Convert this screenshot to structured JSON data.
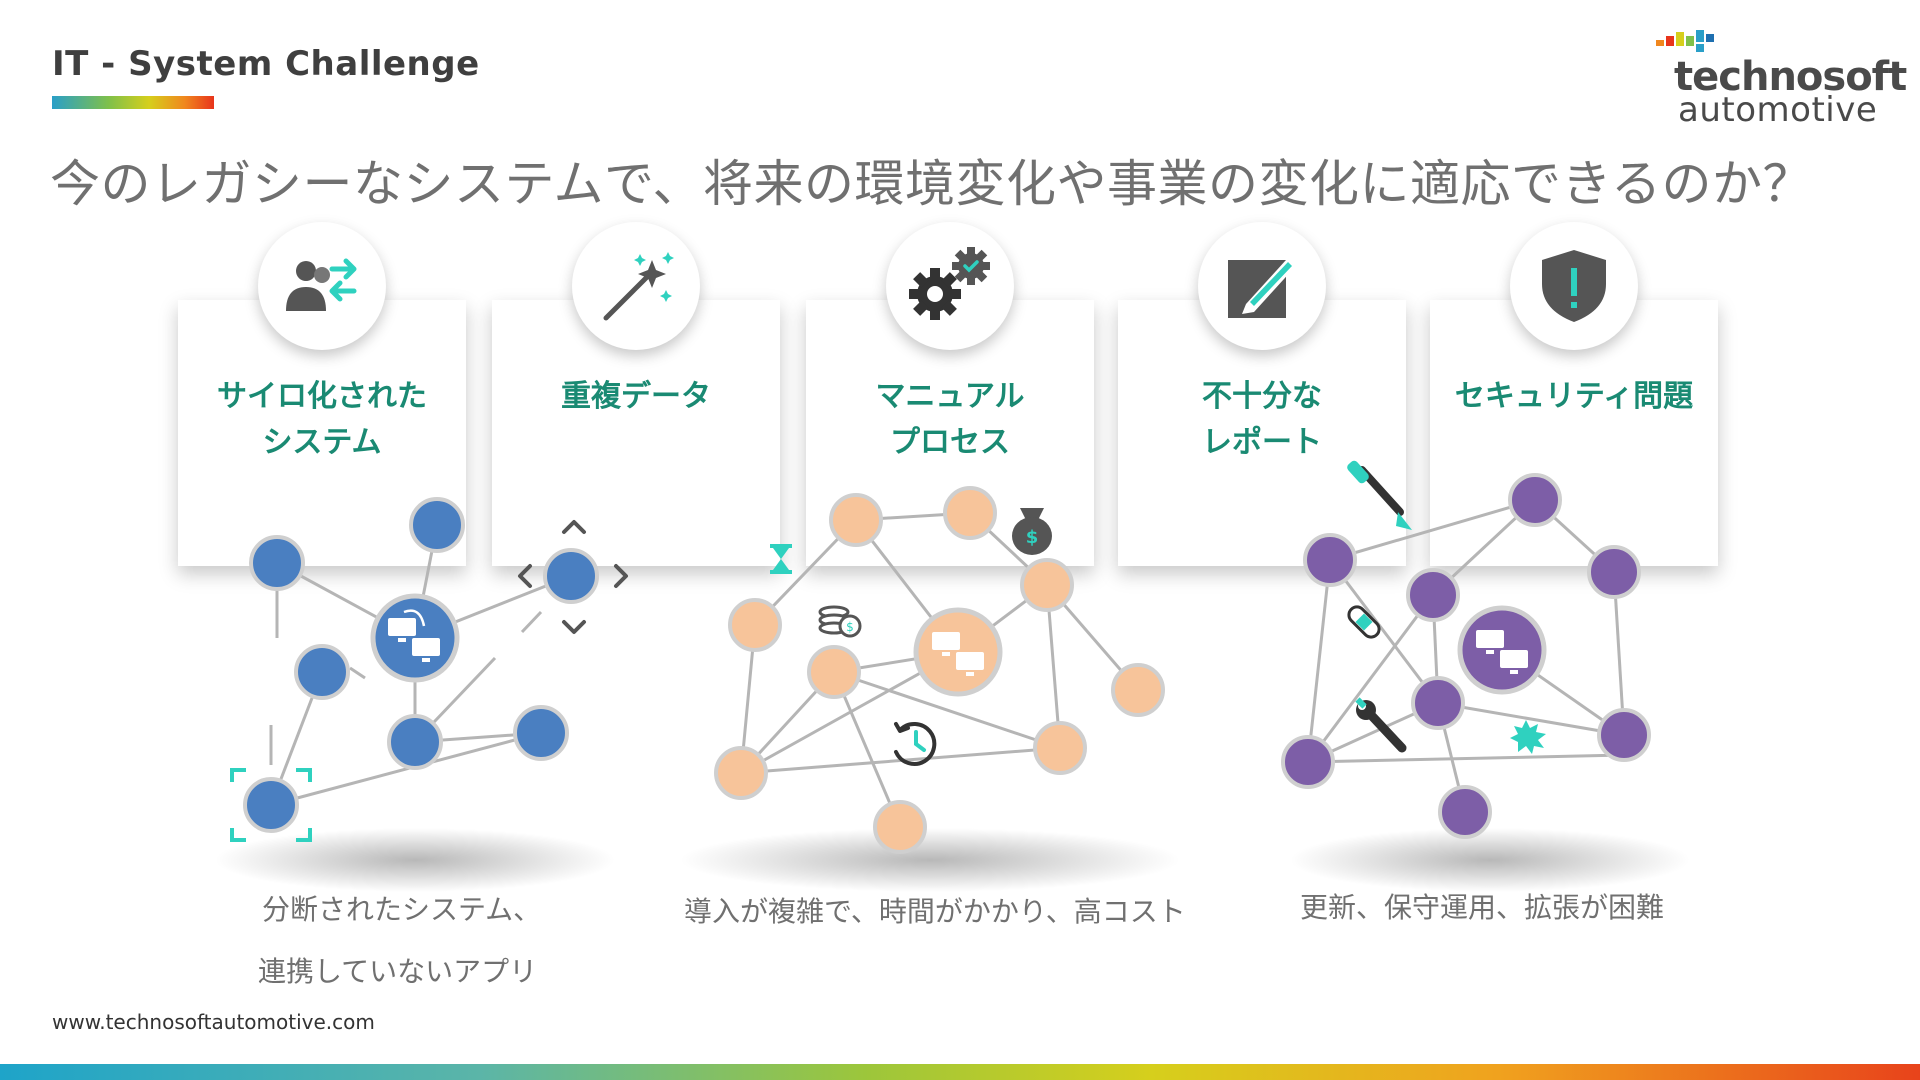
{
  "header": {
    "title": "IT  - System Challenge"
  },
  "logo": {
    "line1": "technosoft",
    "line2": "automotive"
  },
  "headline": "今のレガシーなシステムで、将来の環境変化や事業の変化に適応できるのか？",
  "cards": [
    {
      "title": "サイロ化された\nシステム",
      "icon": "users-exchange-icon"
    },
    {
      "title": "重複データ",
      "icon": "magic-wand-icon"
    },
    {
      "title": "マニュアル\nプロセス",
      "icon": "gears-icon"
    },
    {
      "title": "不十分な\nレポート",
      "icon": "edit-pencil-icon"
    },
    {
      "title": "セキュリティ問題",
      "icon": "shield-alert-icon"
    }
  ],
  "captions": [
    {
      "line1": "分断されたシステム、",
      "line2": "連携していないアプリ"
    },
    {
      "line1": "導入が複雑で、時間がかかり、高コスト"
    },
    {
      "line1": "更新、保守運用、拡張が困難"
    }
  ],
  "footer": {
    "url": "www.technosoftautomotive.com"
  },
  "colors": {
    "accent": "#1a8a73",
    "teal": "#2fd1bf",
    "blue_node": "#4a7fc1",
    "orange_node": "#f7c49a",
    "purple_node": "#7d5ea7"
  }
}
